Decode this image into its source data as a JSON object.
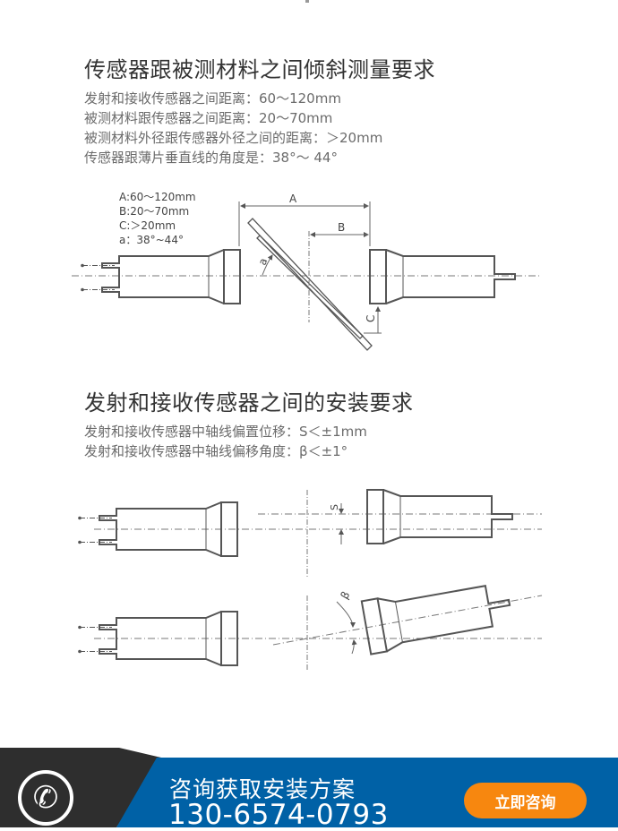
{
  "section1": {
    "title": "传感器跟被测材料之间倾斜测量要求",
    "lines": [
      "发射和接收传感器之间距离：60～120mm",
      "被测材料跟传感器之间距离：20～70mm",
      "被测材料外径跟传感器外径之间的距离：＞20mm",
      "传感器跟薄片垂直线的角度是：38°～ 44°"
    ],
    "diagram": {
      "legend": [
        "A:60～120mm",
        "B:20～70mm",
        "C:＞20mm",
        "a：38°~44°"
      ],
      "label_a": "A",
      "label_b": "B",
      "label_c": "C",
      "label_angle": "a"
    }
  },
  "section2": {
    "title": "发射和接收传感器之间的安装要求",
    "lines": [
      "发射和接收传感器中轴线偏置位移：S＜±1mm",
      "发射和接收传感器中轴线偏移角度：β＜±1°"
    ],
    "diagram": {
      "label_s": "S",
      "label_beta": "β"
    }
  },
  "footer": {
    "title": "咨询获取安装方案",
    "phone": "130-6574-0793",
    "button": "立即咨询",
    "icon": "phone-icon"
  },
  "colors": {
    "blue": "#0061a6",
    "orange": "#f7870f",
    "dark": "#2e2e2e"
  }
}
